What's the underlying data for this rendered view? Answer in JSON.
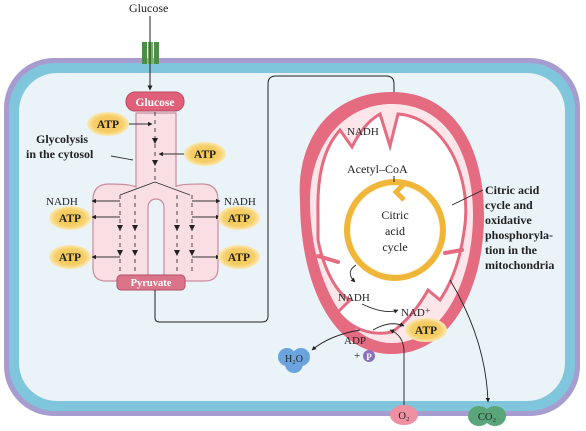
{
  "diagram": {
    "glucose_outside": "Glucose",
    "glucose_box": "Glucose",
    "glycolysis_label": [
      "Glycolysis",
      "in the cytosol"
    ],
    "pyruvate": "Pyruvate",
    "nadh": "NADH",
    "atp": "ATP",
    "acetyl_coa": "Acetyl–CoA",
    "cycle_label": [
      "Citric",
      "acid",
      "cycle"
    ],
    "mito_label": [
      "Citric acid",
      "cycle and",
      "oxidative",
      "phosphoryla-",
      "tion in the",
      "mitochondria"
    ],
    "nad_plus": "NAD⁺",
    "adp": "ADP",
    "plus": "+",
    "phosphate": "P",
    "water": "H₂O",
    "oxygen": "O₂",
    "carbon_dioxide": "CO₂"
  },
  "colors": {
    "membrane_outer": "#a79cd0",
    "membrane_inner": "#7fc6dd",
    "cytosol": "#e9f3f8",
    "glycolysis_fill": "#f9dfe4",
    "glycolysis_stroke": "#c98b9a",
    "glucose_box": "#e0607a",
    "pyruvate_box": "#d97489",
    "mito_membrane": "#e56b81",
    "mito_matrix": "#ffffff",
    "atp_fill": "#f4c542",
    "atp_glow": "#fbe7a6",
    "cycle_ring": "#f0b63a",
    "channel": "#5c9c52",
    "water_blob": "#6ba4dc",
    "o2_blob": "#ef8fa2",
    "co2_blob": "#5aa67a",
    "phosphate_fill": "#8a6fbd"
  }
}
